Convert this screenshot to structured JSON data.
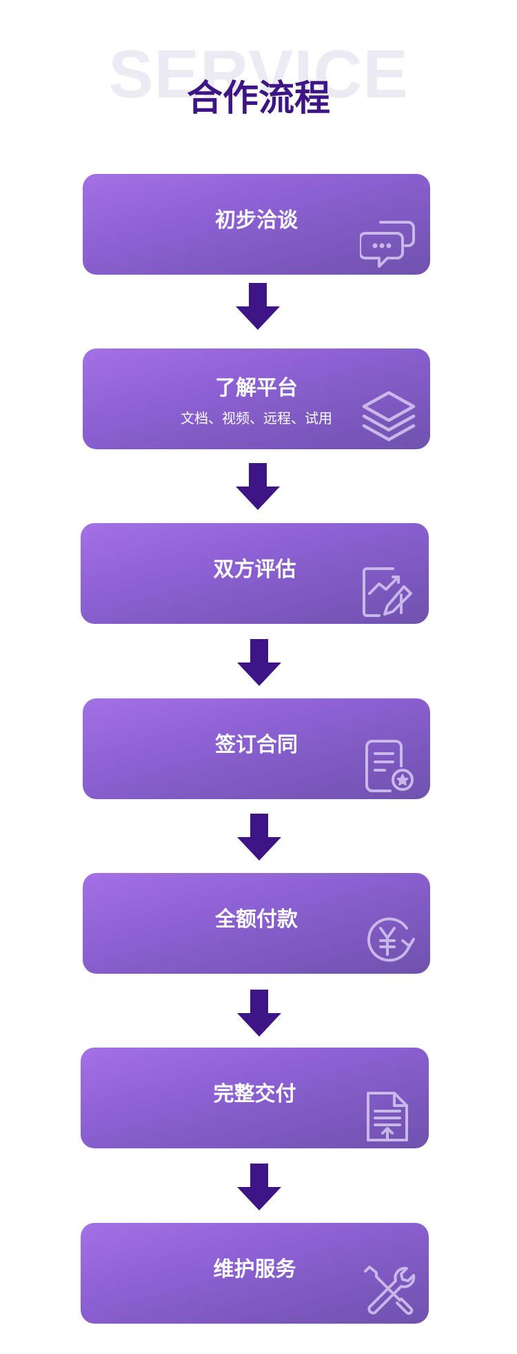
{
  "header": {
    "background_word": "SERVICE",
    "title": "合作流程"
  },
  "steps": [
    {
      "title": "初步洽谈",
      "subtitle": "",
      "icon": "chat-bubbles-icon"
    },
    {
      "title": "了解平台",
      "subtitle": "文档、视频、远程、试用",
      "icon": "layers-icon"
    },
    {
      "title": "双方评估",
      "subtitle": "",
      "icon": "chart-pencil-icon"
    },
    {
      "title": "签订合同",
      "subtitle": "",
      "icon": "contract-icon"
    },
    {
      "title": "全额付款",
      "subtitle": "",
      "icon": "yuan-payment-icon"
    },
    {
      "title": "完整交付",
      "subtitle": "",
      "icon": "delivery-document-icon"
    },
    {
      "title": "维护服务",
      "subtitle": "",
      "icon": "tools-icon"
    }
  ],
  "colors": {
    "accent_dark": "#3d1585",
    "card_gradient_top": "#a371e5",
    "card_gradient_bottom": "#6f52ad",
    "background_word": "#ecebf3"
  }
}
